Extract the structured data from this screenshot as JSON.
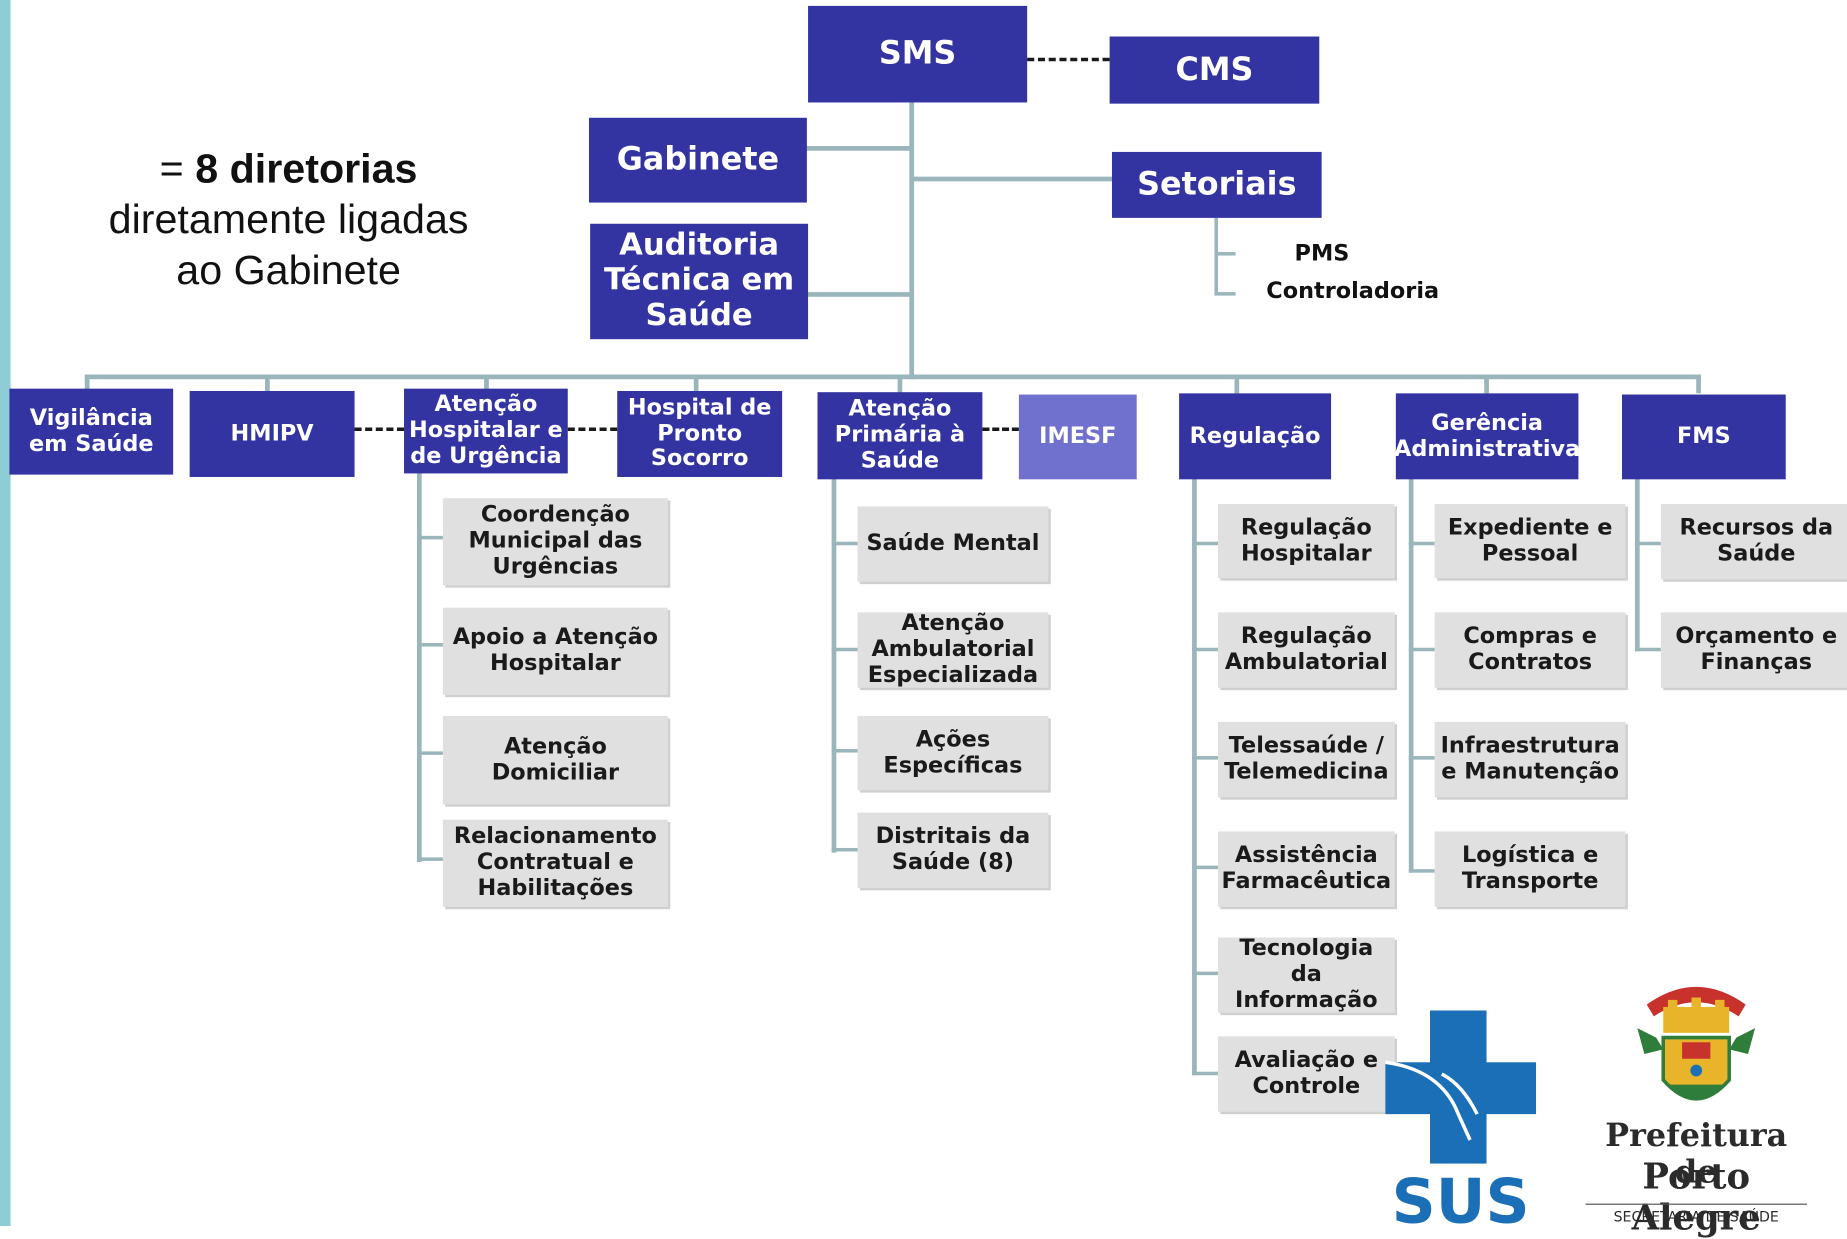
{
  "note": {
    "prefix": "= ",
    "bold": "8 diretorias",
    "line2": "diretamente ligadas",
    "line3": "ao Gabinete"
  },
  "top": {
    "sms": "SMS",
    "cms": "CMS",
    "gabinete": "Gabinete",
    "auditoria": "Auditoria Técnica em Saúde",
    "setoriais": "Setoriais",
    "setoriais_items": [
      "PMS",
      "Controladoria"
    ]
  },
  "directorates": [
    "Vigilância em Saúde",
    "HMIPV",
    "Atenção Hospitalar e de Urgência",
    "Hospital de Pronto Socorro",
    "Atenção Primária à Saúde",
    "IMESF",
    "Regulação",
    "Gerência Administrativa",
    "FMS"
  ],
  "sub": {
    "hospitalar": [
      "Coordenção Municipal das Urgências",
      "Apoio a Atenção Hospitalar",
      "Atenção Domiciliar",
      "Relacionamento Contratual e Habilitações"
    ],
    "primaria": [
      "Saúde Mental",
      "Atenção Ambulatorial Especializada",
      "Ações Específicas",
      "Distritais da Saúde (8)"
    ],
    "regulacao": [
      "Regulação Hospitalar",
      "Regulação Ambulatorial",
      "Telessaúde / Telemedicina",
      "Assistência Farmacêutica",
      "Tecnologia da Informação",
      "Avaliação e Controle"
    ],
    "gerencia": [
      "Expediente e Pessoal",
      "Compras e Contratos",
      "Infraestrutura e Manutenção",
      "Logística e Transporte"
    ],
    "fms": [
      "Recursos da Saúde",
      "Orçamento e Finanças"
    ]
  },
  "logos": {
    "sus": "SUS",
    "pref_line1": "Prefeitura de",
    "pref_line2": "Porto Alegre",
    "pref_line3": "SECRETARIA DE SAÚDE"
  },
  "colors": {
    "dark_blue": "#3333a1",
    "light_blue": "#7070cf",
    "grey_box": "#e0e0e0",
    "connector": "#9bb6bb",
    "sus_blue": "#1b6fb6"
  }
}
